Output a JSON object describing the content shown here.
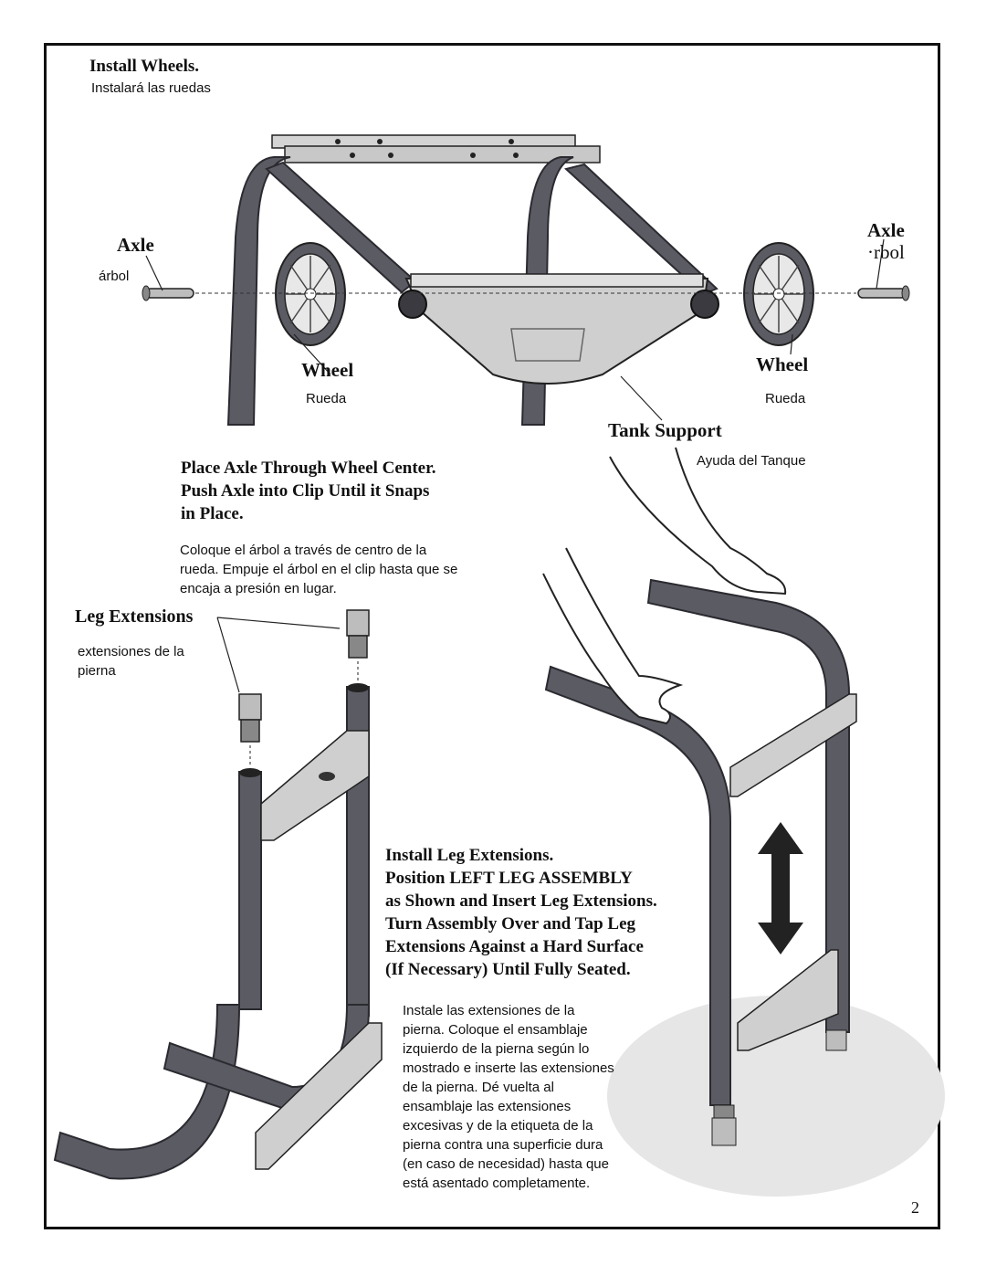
{
  "section1": {
    "title": "Install Wheels.",
    "title_es": "Instalará las ruedas"
  },
  "labels": {
    "axle_left": "Axle",
    "axle_left_es": "árbol",
    "axle_right": "Axle",
    "axle_right_es": "·rbol",
    "wheel_left": "Wheel",
    "wheel_left_es": "Rueda",
    "wheel_right": "Wheel",
    "wheel_right_es": "Rueda",
    "tank_support": "Tank Support",
    "tank_support_es": "Ayuda del Tanque",
    "leg_extensions": "Leg Extensions",
    "leg_extensions_es_1": "extensiones de la",
    "leg_extensions_es_2": "pierna"
  },
  "instruction1": {
    "lines": [
      "Place Axle Through Wheel Center.",
      "Push Axle into Clip Until it Snaps",
      "in Place."
    ],
    "es_lines": [
      "Coloque el árbol a través de centro de la",
      "rueda. Empuje el árbol en el clip hasta que se",
      "encaja a presión en lugar."
    ]
  },
  "instruction2": {
    "lines": [
      "Install Leg Extensions.",
      "Position LEFT LEG ASSEMBLY",
      "as Shown and Insert Leg Extensions.",
      "Turn Assembly Over and Tap Leg",
      "Extensions Against a Hard Surface",
      "(If Necessary) Until Fully Seated."
    ],
    "es_lines": [
      "Instale las extensiones de la",
      "pierna. Coloque el ensamblaje",
      "izquierdo de la pierna según lo",
      "mostrado e inserte las extensiones",
      "de la pierna.  Dé vuelta al",
      "ensamblaje las extensiones",
      "excesivas y de la etiqueta de la",
      "pierna contra una superficie dura",
      "(en caso de necesidad) hasta que",
      "está asentado completamente."
    ]
  },
  "page_number": "2",
  "colors": {
    "tube": "#5b5b64",
    "tube_edge": "#2a2a30",
    "metal": "#cfcfcf",
    "floor": "#e6e6e6"
  }
}
